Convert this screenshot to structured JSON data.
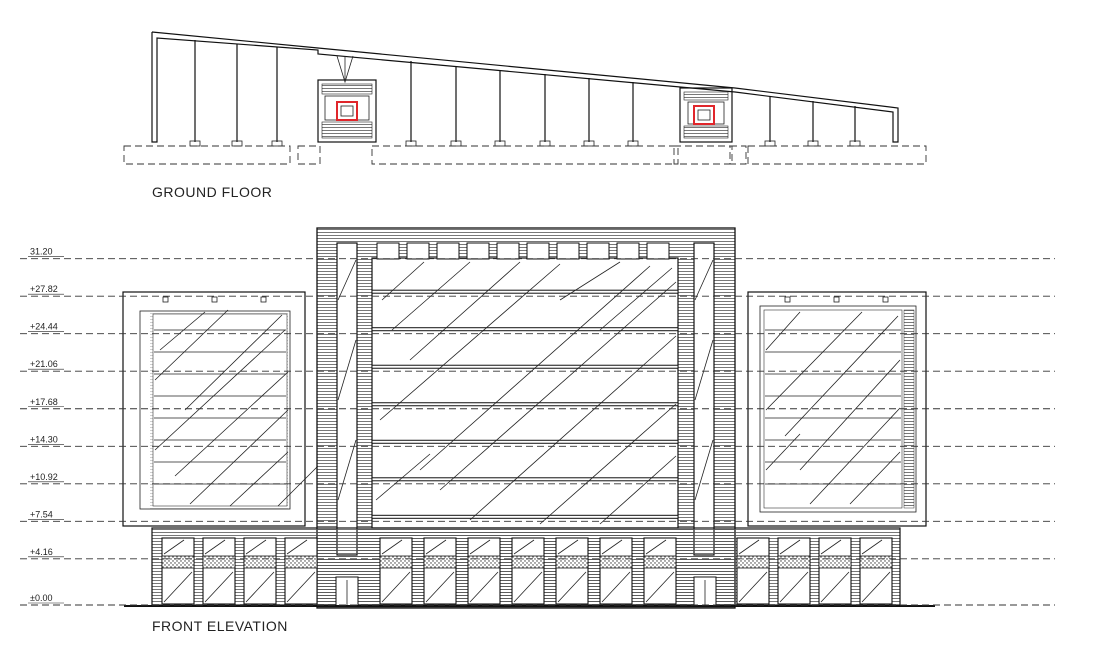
{
  "titles": {
    "ground_floor": "GROUND FLOOR",
    "front_elevation": "FRONT ELEVATION"
  },
  "levels": [
    {
      "label": "31.20",
      "value": 31.2
    },
    {
      "label": "+27.82",
      "value": 27.82
    },
    {
      "label": "+24.44",
      "value": 24.44
    },
    {
      "label": "+21.06",
      "value": 21.06
    },
    {
      "label": "+17.68",
      "value": 17.68
    },
    {
      "label": "+14.30",
      "value": 14.3
    },
    {
      "label": "+10.92",
      "value": 10.92
    },
    {
      "label": "+7.54",
      "value": 7.54
    },
    {
      "label": "+4.16",
      "value": 4.16
    },
    {
      "label": "±0.00",
      "value": 0.0
    }
  ],
  "colors": {
    "line": "#111111",
    "core_highlight": "#e0262b"
  }
}
